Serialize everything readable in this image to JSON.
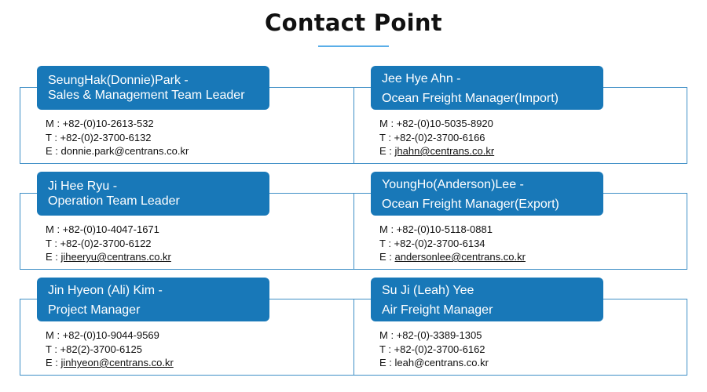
{
  "page": {
    "title": "Contact Point",
    "accent_color": "#1878b8",
    "underline_color": "#5aaee8",
    "border_color": "#3f8fc6"
  },
  "contacts": [
    {
      "name_line1": "SeungHak(Donnie)Park -",
      "name_line2": "Sales & Management Team Leader",
      "mobile": "M : +82-(0)10-2613-532",
      "tel": "T : +82-(0)2-3700-6132",
      "email_prefix": "E : ",
      "email": "donnie.park@centrans.co.kr",
      "email_underlined": false
    },
    {
      "name_line1": "Jee Hye Ahn -",
      "name_line2": "Ocean Freight Manager(Import)",
      "mobile": "M : +82-(0)10-5035-8920",
      "tel": "T : +82-(0)2-3700-6166",
      "email_prefix": "E : ",
      "email": "jhahn@centrans.co.kr",
      "email_underlined": true
    },
    {
      "name_line1": "Ji Hee Ryu -",
      "name_line2": "Operation Team Leader",
      "mobile": "M : +82-(0)10-4047-1671",
      "tel": "T : +82-(0)2-3700-6122",
      "email_prefix": "E : ",
      "email": "jiheeryu@centrans.co.kr",
      "email_underlined": true
    },
    {
      "name_line1": "YoungHo(Anderson)Lee -",
      "name_line2": "Ocean Freight Manager(Export)",
      "mobile": "M : +82-(0)10-5118-0881",
      "tel": "T : +82-(0)2-3700-6134",
      "email_prefix": "E : ",
      "email": "andersonlee@centrans.co.kr",
      "email_underlined": true
    },
    {
      "name_line1": "Jin Hyeon (Ali) Kim -",
      "name_line2": "Project Manager",
      "mobile": "M : +82-(0)10-9044-9569",
      "tel": "T : +82(2)-3700-6125",
      "email_prefix": "E : ",
      "email": "jinhyeon@centrans.co.kr",
      "email_underlined": true
    },
    {
      "name_line1": "Su Ji (Leah) Yee",
      "name_line2": "Air Freight Manager",
      "mobile": "M : +82-(0)-3389-1305",
      "tel": "T : +82-(0)2-3700-6162",
      "email_prefix": "E : ",
      "email": "leah@centrans.co.kr",
      "email_underlined": false
    }
  ]
}
